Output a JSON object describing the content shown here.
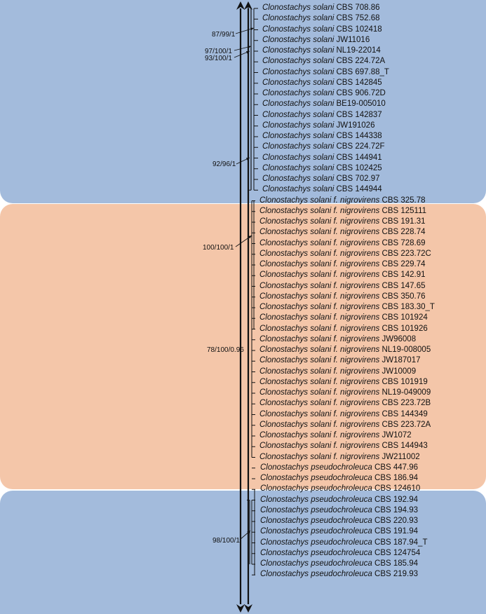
{
  "clades": [
    {
      "name": "solani",
      "support_labels": [
        "87/99/1",
        "97/100/1",
        "93/100/1",
        "92/96/1"
      ],
      "taxa": [
        {
          "species": "Clonostachys solani",
          "strain": "CBS 708.86"
        },
        {
          "species": "Clonostachys solani",
          "strain": "CBS 752.68"
        },
        {
          "species": "Clonostachys solani",
          "strain": "CBS 102418"
        },
        {
          "species": "Clonostachys solani",
          "strain": "JW11016"
        },
        {
          "species": "Clonostachys solani",
          "strain": "NL19-22014"
        },
        {
          "species": "Clonostachys solani",
          "strain": "CBS 224.72A"
        },
        {
          "species": "Clonostachys solani",
          "strain": "CBS 697.88_T"
        },
        {
          "species": "Clonostachys solani",
          "strain": "CBS 142845"
        },
        {
          "species": "Clonostachys solani",
          "strain": "CBS 906.72D"
        },
        {
          "species": "Clonostachys solani",
          "strain": "BE19-005010"
        },
        {
          "species": "Clonostachys solani",
          "strain": "CBS 142837"
        },
        {
          "species": "Clonostachys solani",
          "strain": "JW191026"
        },
        {
          "species": "Clonostachys solani",
          "strain": "CBS 144338"
        },
        {
          "species": "Clonostachys solani",
          "strain": "CBS 224.72F"
        },
        {
          "species": "Clonostachys solani",
          "strain": "CBS 144941"
        },
        {
          "species": "Clonostachys solani",
          "strain": "CBS 102425"
        },
        {
          "species": "Clonostachys solani",
          "strain": "CBS 702.97"
        },
        {
          "species": "Clonostachys solani",
          "strain": "CBS 144944"
        }
      ]
    },
    {
      "name": "nigrovirens",
      "support_labels": [
        "100/100/1",
        "78/100/0.96"
      ],
      "taxa": [
        {
          "species": "Clonostachys solani f. nigrovirens",
          "strain": "CBS 325.78"
        },
        {
          "species": "Clonostachys solani f. nigrovirens",
          "strain": "CBS 125111"
        },
        {
          "species": "Clonostachys solani f. nigrovirens",
          "strain": "CBS 191.31"
        },
        {
          "species": "Clonostachys solani f. nigrovirens",
          "strain": "CBS 228.74"
        },
        {
          "species": "Clonostachys solani f. nigrovirens",
          "strain": "CBS 728.69"
        },
        {
          "species": "Clonostachys solani f. nigrovirens",
          "strain": "CBS 223.72C"
        },
        {
          "species": "Clonostachys solani f. nigrovirens",
          "strain": "CBS 229.74"
        },
        {
          "species": "Clonostachys solani f. nigrovirens",
          "strain": "CBS 142.91"
        },
        {
          "species": "Clonostachys solani f. nigrovirens",
          "strain": "CBS 147.65"
        },
        {
          "species": "Clonostachys solani f. nigrovirens",
          "strain": "CBS 350.76"
        },
        {
          "species": "Clonostachys solani f. nigrovirens",
          "strain": "CBS 183.30_T"
        },
        {
          "species": "Clonostachys solani f. nigrovirens",
          "strain": "CBS 101924"
        },
        {
          "species": "Clonostachys solani f. nigrovirens",
          "strain": "CBS 101926"
        },
        {
          "species": "Clonostachys solani f. nigrovirens",
          "strain": "JW96008"
        },
        {
          "species": "Clonostachys solani f. nigrovirens",
          "strain": "NL19-008005"
        },
        {
          "species": "Clonostachys solani f. nigrovirens",
          "strain": "JW187017"
        },
        {
          "species": "Clonostachys solani f. nigrovirens",
          "strain": "JW10009"
        },
        {
          "species": "Clonostachys solani f. nigrovirens",
          "strain": "CBS 101919"
        },
        {
          "species": "Clonostachys solani f. nigrovirens",
          "strain": "NL19-049009"
        },
        {
          "species": "Clonostachys solani f. nigrovirens",
          "strain": "CBS 223.72B"
        },
        {
          "species": "Clonostachys solani f. nigrovirens",
          "strain": "CBS 144349"
        },
        {
          "species": "Clonostachys solani f. nigrovirens",
          "strain": "CBS 223.72A"
        },
        {
          "species": "Clonostachys solani f. nigrovirens",
          "strain": "JW1072"
        },
        {
          "species": "Clonostachys solani f. nigrovirens",
          "strain": "CBS 144943"
        },
        {
          "species": "Clonostachys solani f. nigrovirens",
          "strain": "JW211002"
        }
      ]
    },
    {
      "name": "pseudochroleuca",
      "support_labels": [
        "98/100/1"
      ],
      "taxa": [
        {
          "species": "Clonostachys pseudochroleuca",
          "strain": "CBS 447.96"
        },
        {
          "species": "Clonostachys pseudochroleuca",
          "strain": "CBS 186.94"
        },
        {
          "species": "Clonostachys pseudochroleuca",
          "strain": "CBS 124610"
        },
        {
          "species": "Clonostachys pseudochroleuca",
          "strain": "CBS 192.94"
        },
        {
          "species": "Clonostachys pseudochroleuca",
          "strain": "CBS 194.93"
        },
        {
          "species": "Clonostachys pseudochroleuca",
          "strain": "CBS 220.93"
        },
        {
          "species": "Clonostachys pseudochroleuca",
          "strain": "CBS 191.94"
        },
        {
          "species": "Clonostachys pseudochroleuca",
          "strain": "CBS 187.94_T"
        },
        {
          "species": "Clonostachys pseudochroleuca",
          "strain": "CBS 124754"
        },
        {
          "species": "Clonostachys pseudochroleuca",
          "strain": "CBS 185.94"
        },
        {
          "species": "Clonostachys pseudochroleuca",
          "strain": "CBS 219.93"
        }
      ]
    }
  ],
  "colors": {
    "blue_clade": "#a3bbdc",
    "orange_clade": "#f4c6a9",
    "branch": "#111111"
  }
}
